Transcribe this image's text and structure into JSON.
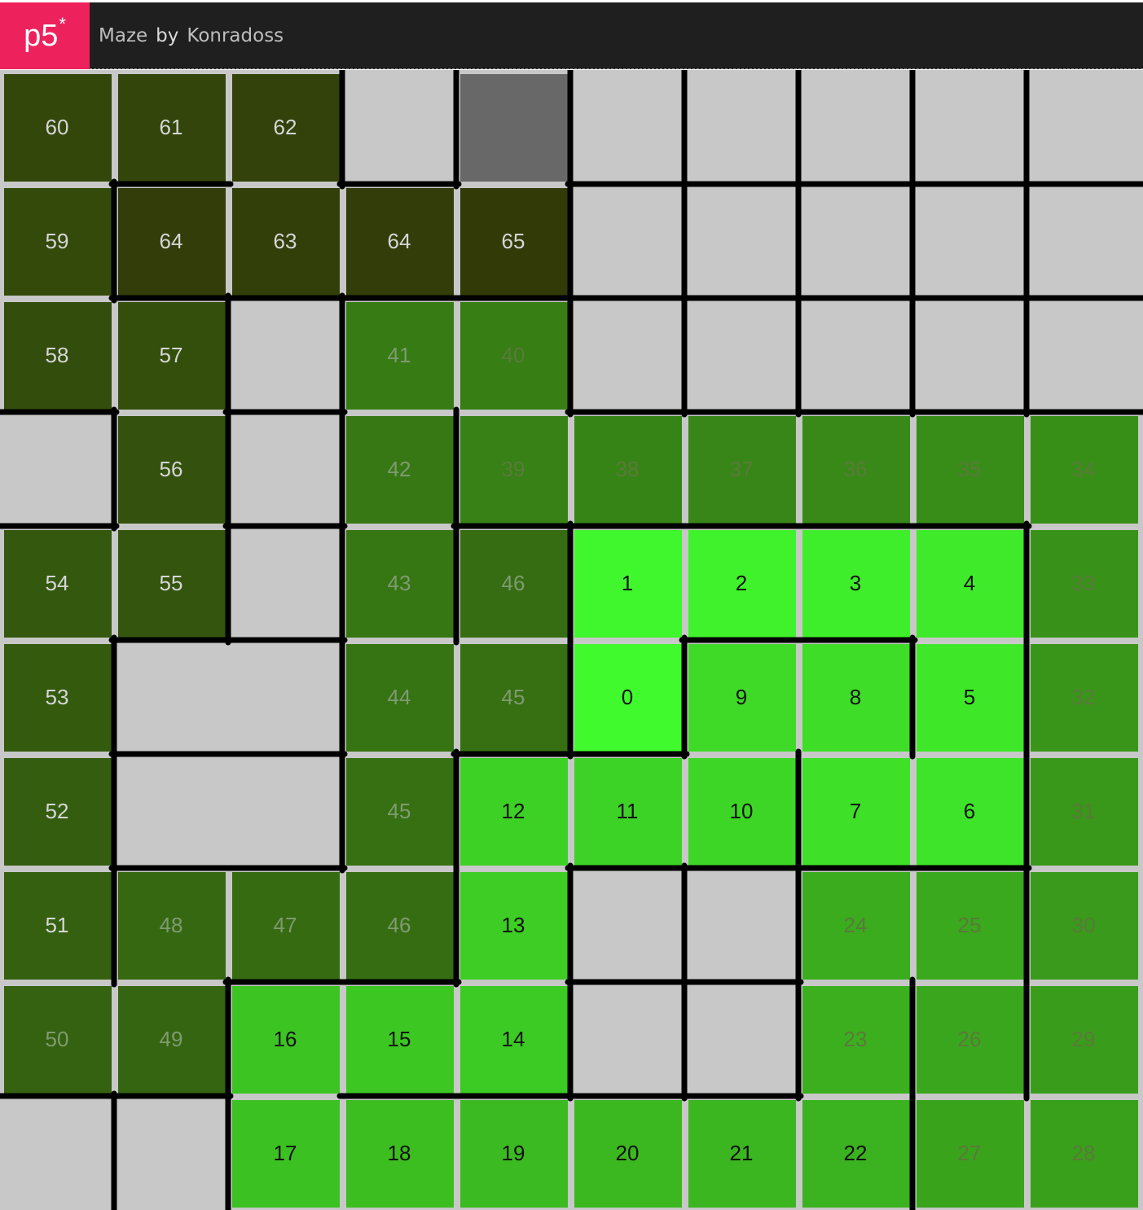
{
  "header": {
    "logo_label": "p5",
    "logo_star": "*",
    "sketch_name": "Maze",
    "by_label": "by",
    "author": "Konradoss"
  },
  "maze": {
    "cols": 10,
    "rows": 10,
    "cells": [
      [
        "60",
        "61",
        "62",
        "",
        "",
        "",
        "",
        "",
        "",
        ""
      ],
      [
        "59",
        "64",
        "63",
        "64",
        "65",
        "",
        "",
        "",
        "",
        ""
      ],
      [
        "58",
        "57",
        "",
        "41",
        "40",
        "",
        "",
        "",
        "",
        ""
      ],
      [
        "",
        "56",
        "",
        "42",
        "39",
        "38",
        "37",
        "36",
        "35",
        "34"
      ],
      [
        "54",
        "55",
        "",
        "43",
        "46",
        "1",
        "2",
        "3",
        "4",
        "33"
      ],
      [
        "53",
        "",
        "",
        "44",
        "45",
        "0",
        "9",
        "8",
        "5",
        "32"
      ],
      [
        "52",
        "",
        "",
        "45",
        "12",
        "11",
        "10",
        "7",
        "6",
        "31"
      ],
      [
        "51",
        "48",
        "47",
        "46",
        "13",
        "",
        "",
        "24",
        "25",
        "30"
      ],
      [
        "50",
        "49",
        "16",
        "15",
        "14",
        "",
        "",
        "23",
        "26",
        "29"
      ],
      [
        "",
        "",
        "17",
        "18",
        "19",
        "20",
        "21",
        "22",
        "27",
        "28"
      ]
    ],
    "current_cell": {
      "row": 0,
      "col": 4
    },
    "colors": {
      "unvisited": "#c8c8c8",
      "current": "#686868",
      "wall": "#000000",
      "grid_gap": "#c8c8c8"
    },
    "walls_h": [
      [
        1,
        0,
        1,
        0,
        1,
        1,
        1,
        1,
        1,
        1,
        1
      ],
      [
        2,
        1,
        3,
        0,
        1,
        1,
        1,
        1,
        1,
        1,
        1
      ],
      [
        4,
        0,
        0,
        1,
        0,
        1,
        1,
        1,
        1,
        1,
        1
      ],
      [
        5,
        1,
        0,
        0,
        0,
        0,
        1,
        1,
        1,
        1,
        0
      ],
      [
        6,
        1,
        0,
        1,
        0,
        0,
        0,
        1,
        1,
        1,
        0
      ],
      [
        6,
        0,
        0,
        1,
        0,
        1,
        0,
        1,
        1,
        1,
        1
      ],
      [
        7,
        0,
        1,
        1,
        0,
        0,
        1,
        0,
        0,
        0,
        0
      ],
      [
        8,
        0,
        1,
        1,
        0,
        0,
        0,
        0,
        0,
        0,
        0
      ],
      [
        9,
        0,
        0,
        0,
        0,
        0,
        1,
        1,
        1,
        1,
        0
      ],
      [
        9,
        1,
        0,
        0,
        1,
        0,
        0,
        1,
        0,
        0,
        0
      ],
      [
        10,
        1,
        1,
        0,
        0,
        0,
        0,
        0,
        0,
        0,
        0
      ]
    ],
    "walls_v": []
  }
}
